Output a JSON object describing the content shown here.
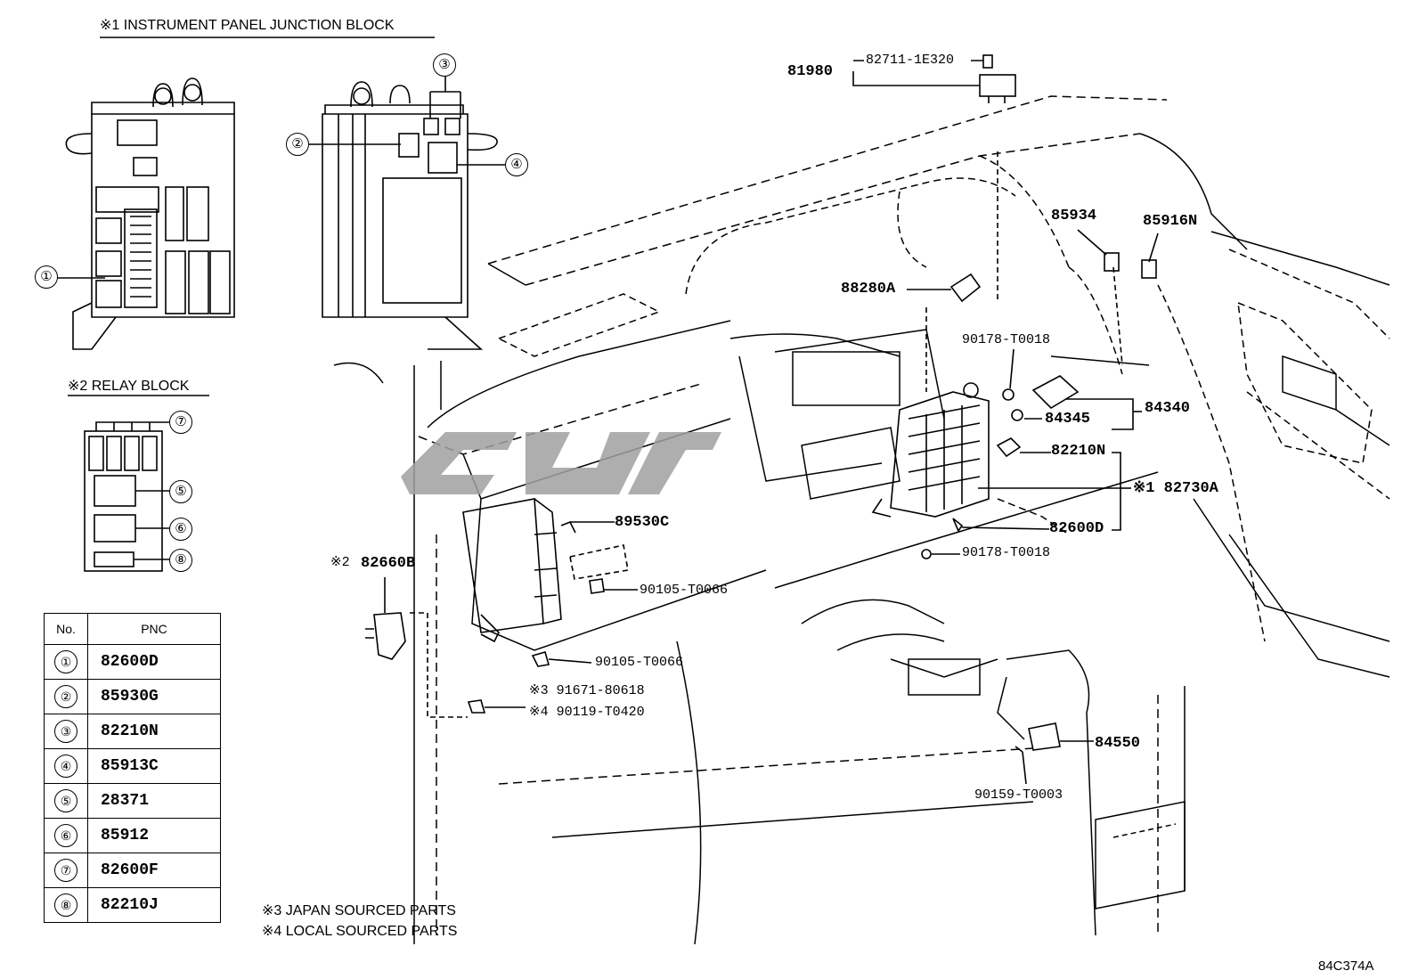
{
  "headers": {
    "junction_block": "※1 INSTRUMENT PANEL JUNCTION BLOCK",
    "relay_block": "※2 RELAY BLOCK"
  },
  "callouts": {
    "c1": "①",
    "c2": "②",
    "c3": "③",
    "c4": "④",
    "c5": "⑤",
    "c6": "⑥",
    "c7": "⑦",
    "c8": "⑧"
  },
  "parts": {
    "p81980": "81980",
    "p82711": "82711-1E320",
    "p85934": "85934",
    "p85916N": "85916N",
    "p88280A": "88280A",
    "p90178a": "90178-T0018",
    "p84340": "84340",
    "p84345": "84345",
    "p82210N": "82210N",
    "p82730A": "※1 82730A",
    "p82600D": "82600D",
    "p90178b": "90178-T0018",
    "p89530C": "89530C",
    "p90105a": "90105-T0066",
    "p82660B_mark": "※2",
    "p82660B": "82660B",
    "p90105b": "90105-T0066",
    "p91671": "※3 91671-80618",
    "p90119": "※4 90119-T0420",
    "p84550": "84550",
    "p90159": "90159-T0003"
  },
  "table": {
    "col_no": "No.",
    "col_pnc": "PNC",
    "rows": [
      {
        "no": "①",
        "pnc": "82600D"
      },
      {
        "no": "②",
        "pnc": "85930G"
      },
      {
        "no": "③",
        "pnc": "82210N"
      },
      {
        "no": "④",
        "pnc": "85913C"
      },
      {
        "no": "⑤",
        "pnc": "28371"
      },
      {
        "no": "⑥",
        "pnc": "85912"
      },
      {
        "no": "⑦",
        "pnc": "82600F"
      },
      {
        "no": "⑧",
        "pnc": "82210J"
      }
    ]
  },
  "footnotes": {
    "n3": "※3 JAPAN SOURCED PARTS",
    "n4": "※4 LOCAL SOURCED PARTS"
  },
  "diagram_code": "84C374A",
  "watermark_color": "#a0a0a0"
}
